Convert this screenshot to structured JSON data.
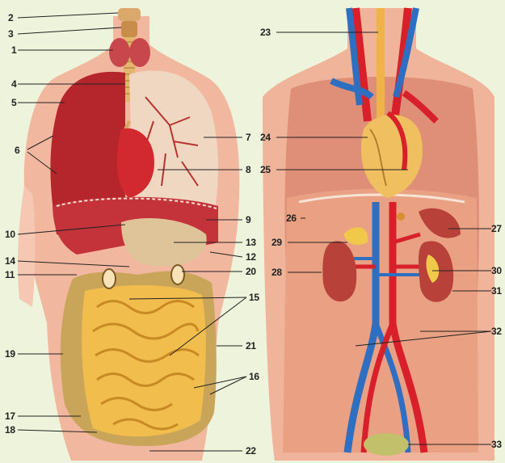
{
  "colors": {
    "background": "#eef3dc",
    "skin": "#f0b49a",
    "skin_dark": "#e5937a",
    "liver": "#c4323a",
    "lung_red": "#b7282e",
    "lung_pale": "#f0d9c5",
    "intestine": "#efb847",
    "colon": "#c9a55a",
    "artery": "#d8202b",
    "vein": "#2f6fc2",
    "kidney": "#b8423a",
    "adrenal": "#f0c84a",
    "bladder": "#c2c06a",
    "label": "#222222"
  },
  "left_labels": [
    "2",
    "3",
    "1",
    "4",
    "5",
    "6",
    "10",
    "14",
    "11",
    "19",
    "17",
    "18",
    "7",
    "8",
    "9",
    "13",
    "12",
    "20",
    "15",
    "21",
    "16",
    "22"
  ],
  "right_labels": [
    "23",
    "24",
    "25",
    "26",
    "29",
    "28",
    "27",
    "30",
    "31",
    "32",
    "33"
  ]
}
